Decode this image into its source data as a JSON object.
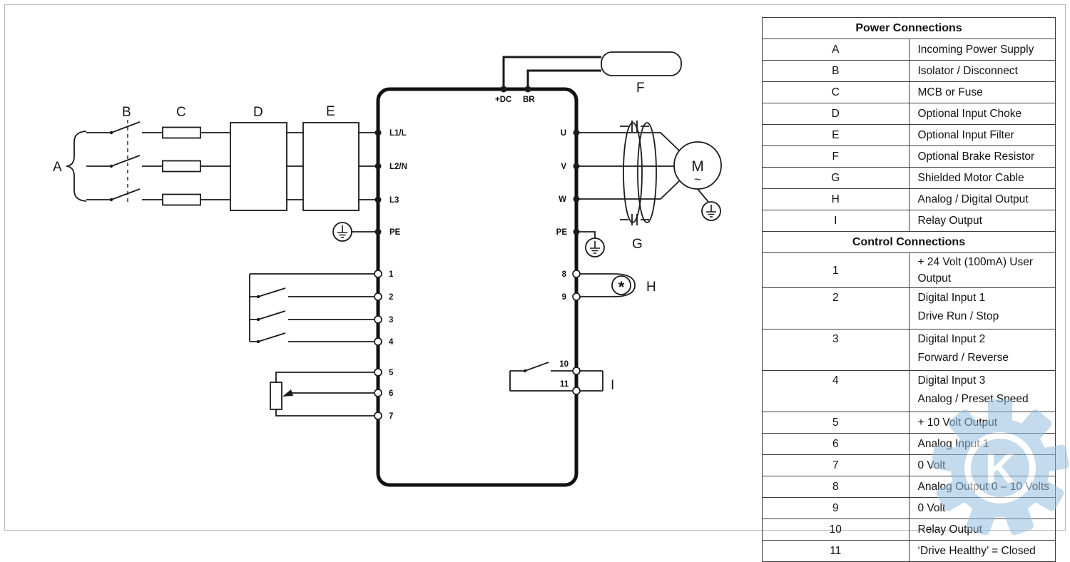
{
  "watermark": {
    "letter": "K",
    "color": "#93bfdf"
  },
  "diagram": {
    "labels": {
      "A": "A",
      "B": "B",
      "C": "C",
      "D": "D",
      "E": "E",
      "F": "F",
      "G": "G",
      "H": "H",
      "I": "I"
    },
    "motor": {
      "label": "M",
      "wave": "~"
    },
    "meter_symbol": "*",
    "top_terminals": [
      "+DC",
      "BR"
    ],
    "left_power_terminals": [
      "L1/L",
      "L2/N",
      "L3",
      "PE"
    ],
    "right_power_terminals": [
      "U",
      "V",
      "W",
      "PE"
    ],
    "left_control_terminals": [
      "1",
      "2",
      "3",
      "4",
      "5",
      "6",
      "7"
    ],
    "right_control_terminals": [
      "8",
      "9",
      "10",
      "11"
    ]
  },
  "tables": {
    "power": {
      "title": "Power Connections",
      "rows": [
        {
          "key": "A",
          "line1": "Incoming Power Supply"
        },
        {
          "key": "B",
          "line1": "Isolator / Disconnect"
        },
        {
          "key": "C",
          "line1": "MCB or Fuse"
        },
        {
          "key": "D",
          "line1": "Optional Input Choke"
        },
        {
          "key": "E",
          "line1": "Optional Input Filter"
        },
        {
          "key": "F",
          "line1": "Optional Brake Resistor"
        },
        {
          "key": "G",
          "line1": "Shielded Motor Cable"
        },
        {
          "key": "H",
          "line1": "Analog / Digital Output"
        },
        {
          "key": "I",
          "line1": "Relay Output"
        }
      ]
    },
    "control": {
      "title": "Control Connections",
      "rows": [
        {
          "key": "1",
          "line1": "+ 24 Volt (100mA) User Output"
        },
        {
          "key": "2",
          "line1": "Digital Input 1",
          "line2": "Drive Run / Stop"
        },
        {
          "key": "3",
          "line1": "Digital Input 2",
          "line2": "Forward / Reverse"
        },
        {
          "key": "4",
          "line1": "Digital Input 3",
          "line2": "Analog / Preset Speed"
        },
        {
          "key": "5",
          "line1": "+ 10 Volt Output"
        },
        {
          "key": "6",
          "line1": "Analog Input 1"
        },
        {
          "key": "7",
          "line1": "0 Volt"
        },
        {
          "key": "8",
          "line1": "Analog Output 0 – 10 Volts"
        },
        {
          "key": "9",
          "line1": "0 Volt"
        },
        {
          "key": "10",
          "line1": "Relay Output"
        },
        {
          "key": "11",
          "line1": "‘Drive Healthy’ = Closed"
        }
      ]
    }
  }
}
